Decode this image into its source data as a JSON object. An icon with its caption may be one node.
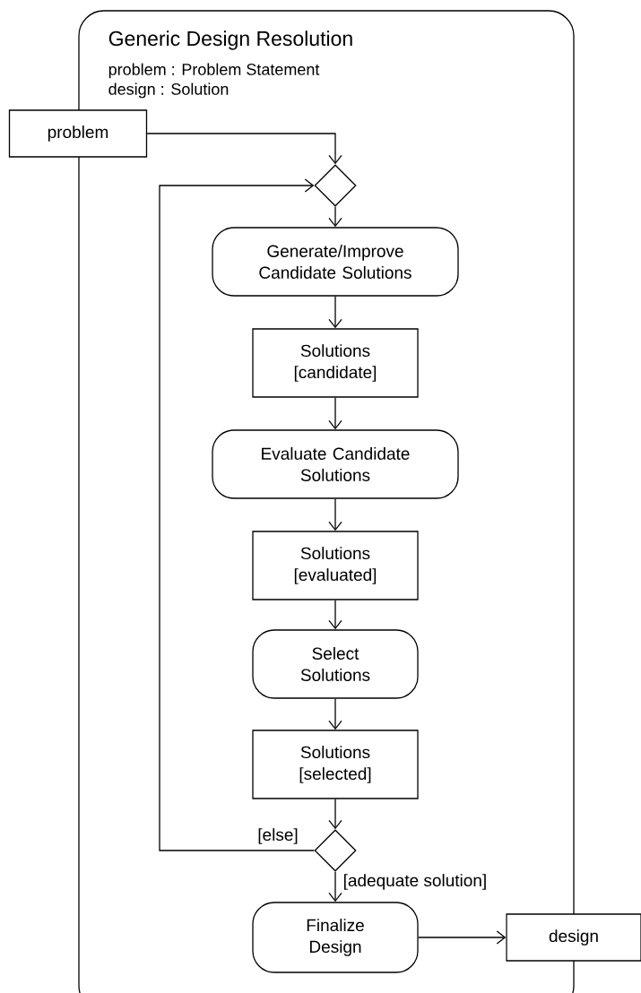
{
  "diagram": {
    "nodes": [
      {
        "text": [
          "Generic Design Resolution",
          "problem : Problem Statement",
          "design : Solution"
        ]
      },
      {
        "text": [
          "problem"
        ]
      },
      {
        "text": [],
        "shape": "diamond",
        "in": 0
      },
      {
        "text": [
          "Generate/Improve Candidate Solutions"
        ],
        "in": 0
      },
      {
        "text": [
          "Solutions [candidate]"
        ],
        "in": 0
      },
      {
        "text": [
          "Evaluate Candidate Solutions"
        ],
        "in": 0
      },
      {
        "text": [
          "Solutions [evaluated]"
        ],
        "in": 0
      },
      {
        "text": [
          "Select Solutions"
        ],
        "in": 0
      },
      {
        "text": [
          "Solutions [selected]"
        ],
        "in": 0
      },
      {
        "text": [],
        "shape": "diamond",
        "in": 0
      },
      {
        "text": [
          "Finalize Design"
        ],
        "in": 0
      },
      {
        "text": [
          "design"
        ]
      }
    ],
    "edges": [
      {
        "from": 1,
        "to": 2,
        "arrow": "to"
      },
      {
        "from": 9,
        "to": 2,
        "arrow": "to",
        "label": "[else]"
      },
      {
        "from": 2,
        "to": 3,
        "arrow": "to"
      },
      {
        "from": 3,
        "to": 4,
        "arrow": "to"
      },
      {
        "from": 4,
        "to": 5,
        "arrow": "to"
      },
      {
        "from": 5,
        "to": 6,
        "arrow": "to"
      },
      {
        "from": 6,
        "to": 7,
        "arrow": "to"
      },
      {
        "from": 7,
        "to": 8,
        "arrow": "to"
      },
      {
        "from": 8,
        "to": 9,
        "arrow": "to"
      },
      {
        "from": 9,
        "to": 10,
        "arrow": "to",
        "label": "[adequate solution]"
      },
      {
        "from": 10,
        "to": 11,
        "arrow": "to"
      }
    ]
  }
}
